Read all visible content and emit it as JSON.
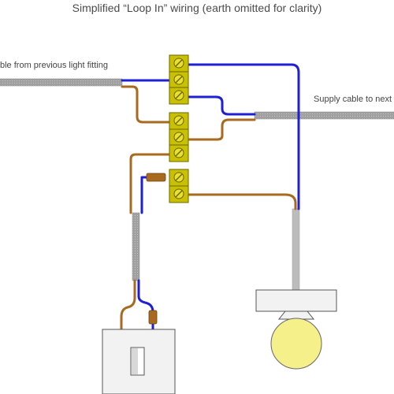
{
  "title": "Simplified “Loop In” wiring (earth omitted for clarity)",
  "labels": {
    "previous_cable": "ble from previous light fitting",
    "supply_cable": "Supply cable to next"
  },
  "colors": {
    "live_brown": "#a86a1f",
    "neutral_blue": "#1f1fd6",
    "terminal_fill": "#c9c100",
    "terminal_screw": "#a9a200",
    "cable_grey": "#9a9a9a",
    "bulb_yellow": "#f5f08a",
    "switch_fill": "#f2f2f2",
    "lamp_holder": "#f2f2f2"
  },
  "components": {
    "terminal_block": "terminal-block",
    "ceiling_rose": "ceiling-rose",
    "light_bulb": "light-bulb",
    "wall_switch": "wall-switch"
  }
}
